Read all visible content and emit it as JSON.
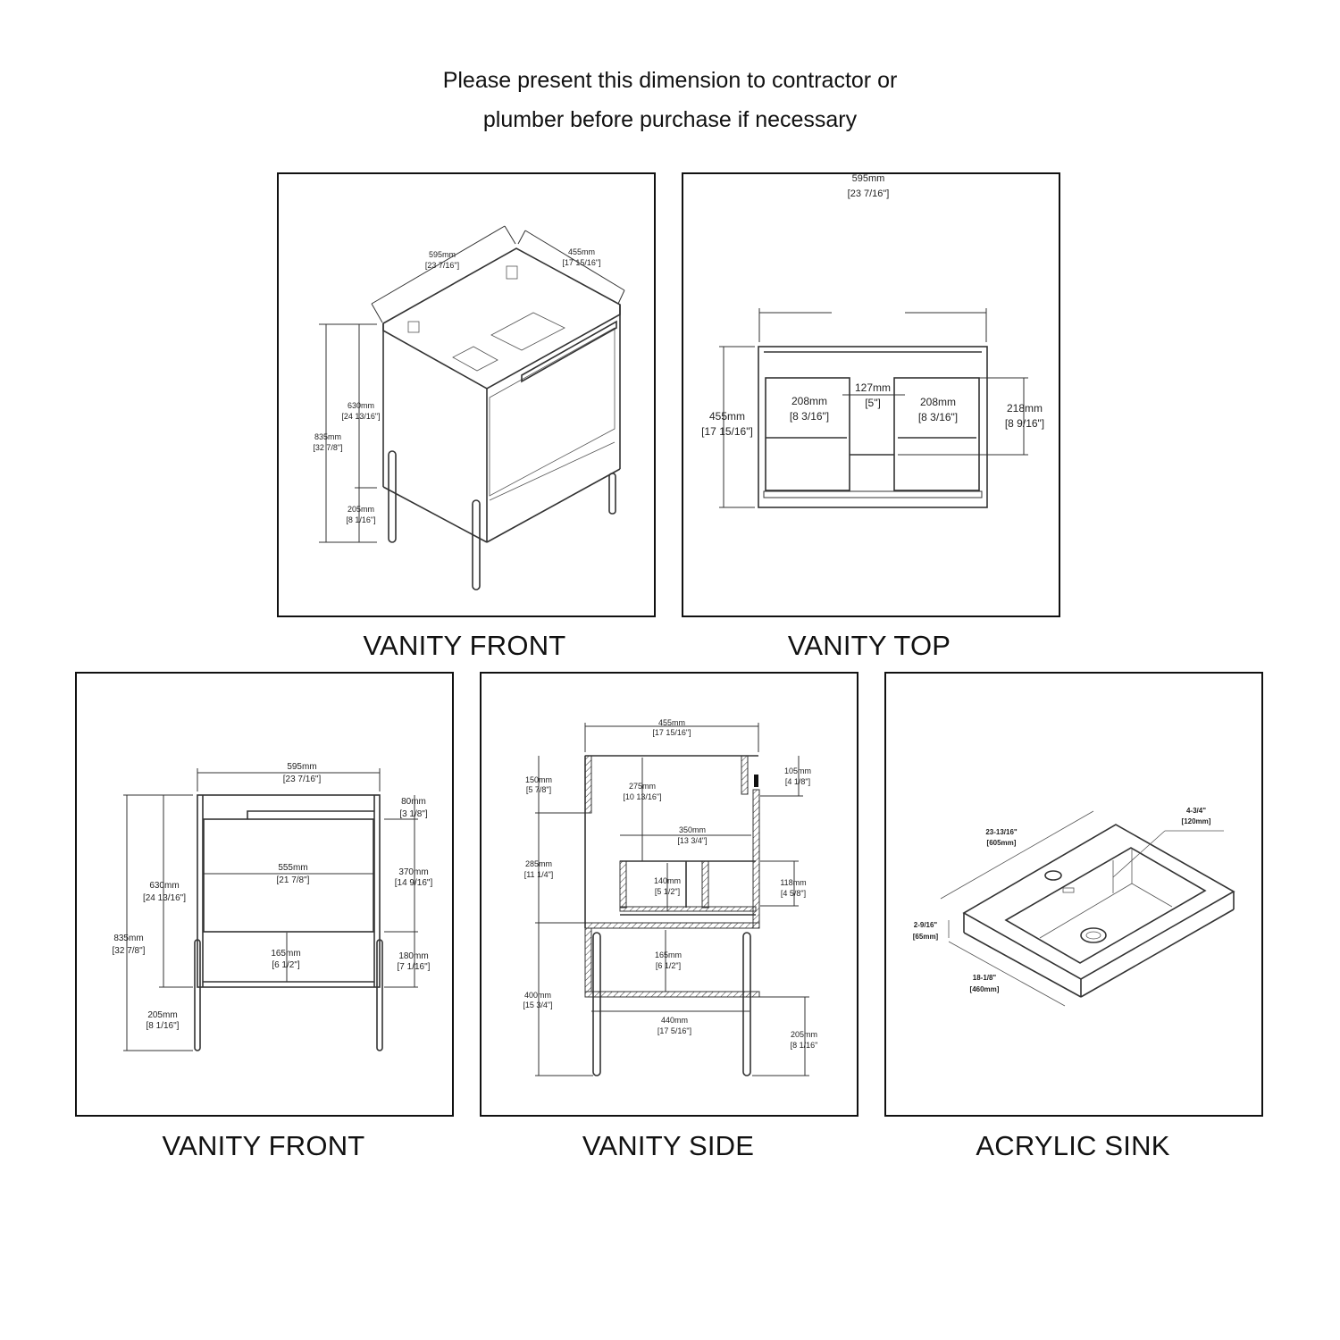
{
  "header": {
    "line1": "Please present this dimension to contractor or",
    "line2": "plumber before purchase if necessary"
  },
  "panels": {
    "vanity_front_iso": {
      "caption": "VANITY FRONT",
      "width": {
        "mm": "595mm",
        "in": "[23 7/16\"]"
      },
      "depth": {
        "mm": "455mm",
        "in": "[17 15/16\"]"
      },
      "cabinet_height": {
        "mm": "630mm",
        "in": "[24 13/16\"]"
      },
      "total_height": {
        "mm": "835mm",
        "in": "[32 7/8\"]"
      },
      "leg_height": {
        "mm": "205mm",
        "in": "[8 1/16\"]"
      }
    },
    "vanity_top": {
      "caption": "VANITY TOP",
      "width": {
        "mm": "595mm",
        "in": "[23 7/16\"]"
      },
      "depth": {
        "mm": "455mm",
        "in": "[17 15/16\"]"
      },
      "left_drawer": {
        "mm": "208mm",
        "in": "[8 3/16\"]"
      },
      "center_gap": {
        "mm": "127mm",
        "in": "[5\"]"
      },
      "right_drawer": {
        "mm": "208mm",
        "in": "[8 3/16\"]"
      },
      "drawer_depth": {
        "mm": "218mm",
        "in": "[8 9/16\"]"
      }
    },
    "vanity_front_elev": {
      "caption": "VANITY FRONT",
      "width": {
        "mm": "595mm",
        "in": "[23 7/16\"]"
      },
      "top_gap": {
        "mm": "80mm",
        "in": "[3 1/8\"]"
      },
      "drawer_width": {
        "mm": "555mm",
        "in": "[21 7/8\"]"
      },
      "drawer_height": {
        "mm": "370mm",
        "in": "[14 9/16\"]"
      },
      "cabinet_height": {
        "mm": "630mm",
        "in": "[24 13/16\"]"
      },
      "total_height": {
        "mm": "835mm",
        "in": "[32 7/8\"]"
      },
      "shelf_opening": {
        "mm": "165mm",
        "in": "[6 1/2\"]"
      },
      "shelf_height": {
        "mm": "180mm",
        "in": "[7 1/16\"]"
      },
      "leg_height": {
        "mm": "205mm",
        "in": "[8 1/16\"]"
      }
    },
    "vanity_side": {
      "caption": "VANITY SIDE",
      "depth": {
        "mm": "455mm",
        "in": "[17 15/16\"]"
      },
      "top_rail": {
        "mm": "150mm",
        "in": "[5 7/8\"]"
      },
      "back_notch": {
        "mm": "105mm",
        "in": "[4 1/8\"]"
      },
      "inner_clearance": {
        "mm": "275mm",
        "in": "[10 13/16\"]"
      },
      "drawer_box_depth": {
        "mm": "350mm",
        "in": "[13 3/4\"]"
      },
      "mid_section": {
        "mm": "285mm",
        "in": "[11 1/4\"]"
      },
      "drawer_box_height": {
        "mm": "140mm",
        "in": "[5 1/2\"]"
      },
      "rear_box_height": {
        "mm": "118mm",
        "in": "[4 5/8\"]"
      },
      "shelf_opening": {
        "mm": "165mm",
        "in": "[6 1/2\"]"
      },
      "lower_section": {
        "mm": "400mm",
        "in": "[15 3/4\"]"
      },
      "leg_span": {
        "mm": "440mm",
        "in": "[17 5/16\"]"
      },
      "leg_height": {
        "mm": "205mm",
        "in": "[8 1/16\""
      }
    },
    "acrylic_sink": {
      "caption": "ACRYLIC SINK",
      "length": {
        "in": "23-13/16\"",
        "mm": "[605mm]"
      },
      "bowl_depth": {
        "in": "4-3/4\"",
        "mm": "[120mm]"
      },
      "thickness": {
        "in": "2-9/16\"",
        "mm": "[65mm]"
      },
      "width": {
        "in": "18-1/8\"",
        "mm": "[460mm]"
      }
    }
  }
}
